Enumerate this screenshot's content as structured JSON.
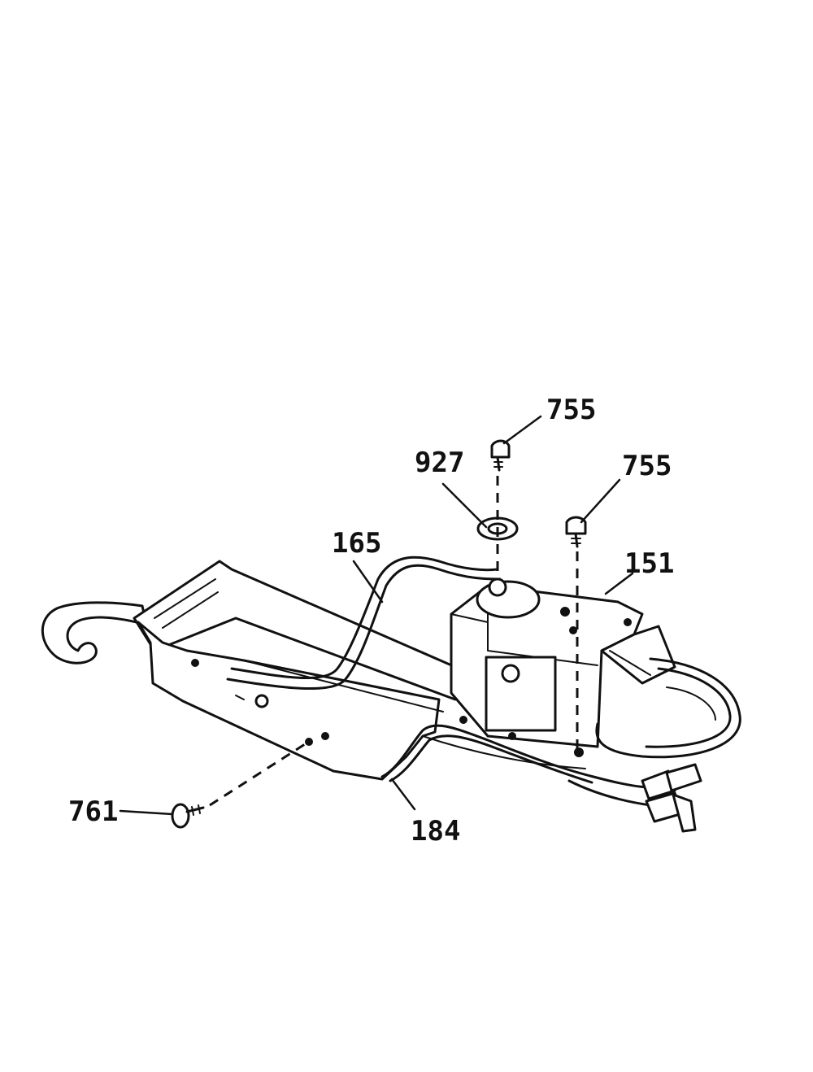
{
  "callouts": {
    "screw_top": "755",
    "screw_right": "755",
    "washer": "927",
    "rod": "165",
    "motor": "151",
    "bracket_screw": "761",
    "wire_harness": "184"
  }
}
